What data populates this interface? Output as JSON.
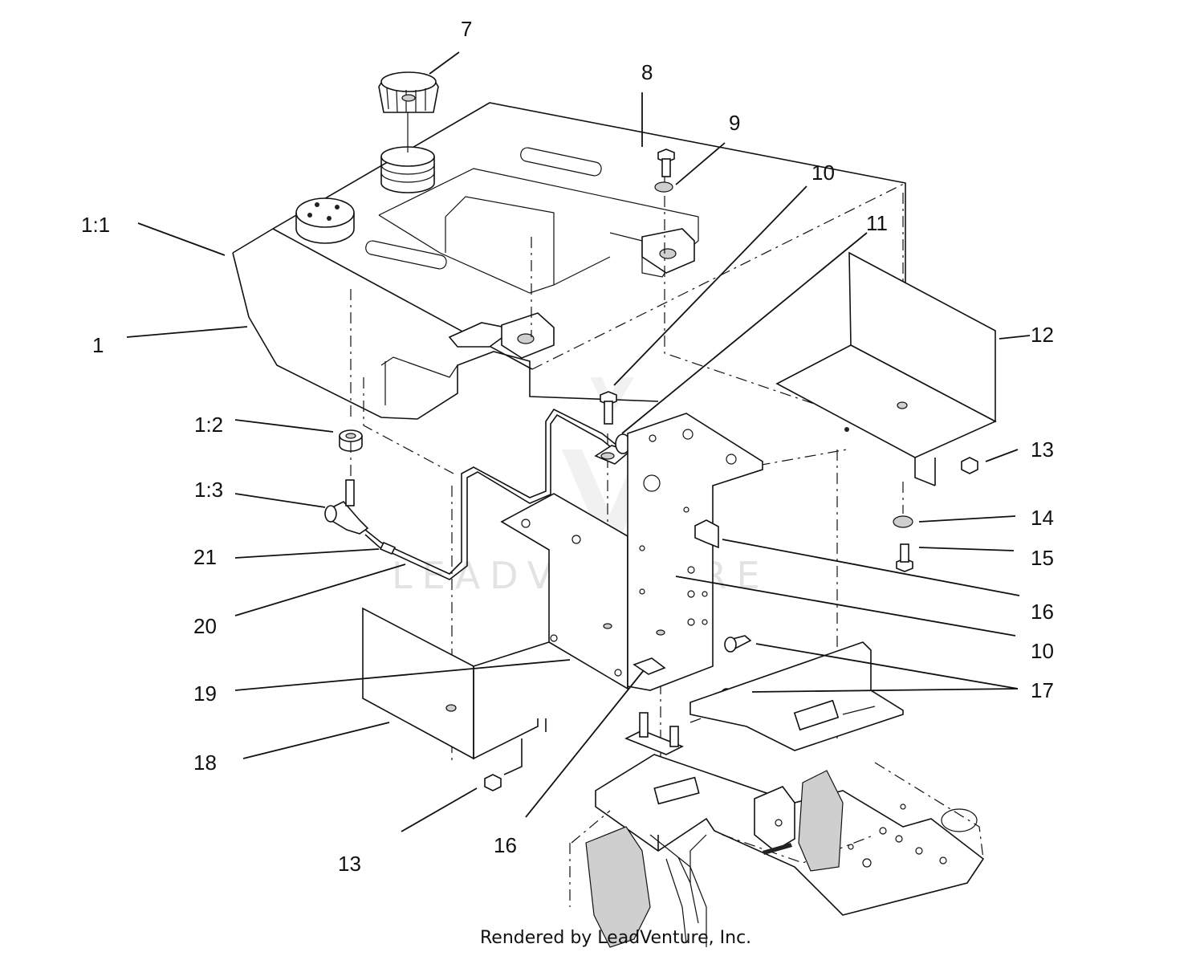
{
  "callouts": [
    {
      "id": "c7",
      "label": "7"
    },
    {
      "id": "c8",
      "label": "8"
    },
    {
      "id": "c9",
      "label": "9"
    },
    {
      "id": "c10a",
      "label": "10"
    },
    {
      "id": "c11",
      "label": "11"
    },
    {
      "id": "c1_1",
      "label": "1:1"
    },
    {
      "id": "c12",
      "label": "12"
    },
    {
      "id": "c1",
      "label": "1"
    },
    {
      "id": "c1_2",
      "label": "1:2"
    },
    {
      "id": "c13a",
      "label": "13"
    },
    {
      "id": "c1_3",
      "label": "1:3"
    },
    {
      "id": "c14",
      "label": "14"
    },
    {
      "id": "c15",
      "label": "15"
    },
    {
      "id": "c21",
      "label": "21"
    },
    {
      "id": "c16a",
      "label": "16"
    },
    {
      "id": "c20",
      "label": "20"
    },
    {
      "id": "c10b",
      "label": "10"
    },
    {
      "id": "c17",
      "label": "17"
    },
    {
      "id": "c19",
      "label": "19"
    },
    {
      "id": "c18",
      "label": "18"
    },
    {
      "id": "c16b",
      "label": "16"
    },
    {
      "id": "c13b",
      "label": "13"
    }
  ],
  "watermark": "LEADVENTURE",
  "footer": "Rendered by LeadVenture, Inc."
}
